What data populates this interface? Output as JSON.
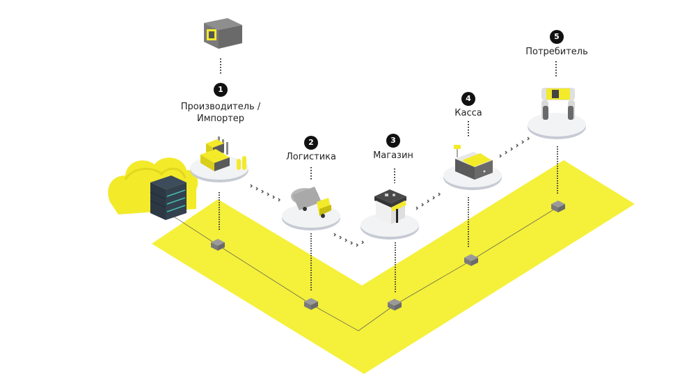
{
  "diagram": {
    "title": "",
    "colors": {
      "accent_yellow": "#f5f03a",
      "cloud_yellow": "#f3ea2a",
      "server_dark": "#33414f",
      "node_gray": "#8a8a8a",
      "platform": "#eef0f3",
      "platform_edge": "#c6cad3",
      "badge": "#111111",
      "text": "#222222"
    },
    "stages": [
      {
        "number": "1",
        "label": "Производитель /\nИмпортер",
        "icon": "factory-icon",
        "extra_icon": "package-with-datamatrix-icon"
      },
      {
        "number": "2",
        "label": "Логистика",
        "icon": "tanker-truck-icon"
      },
      {
        "number": "3",
        "label": "Магазин",
        "icon": "store-icon"
      },
      {
        "number": "4",
        "label": "Касса",
        "icon": "cash-register-icon"
      },
      {
        "number": "5",
        "label": "Потребитель",
        "icon": "phone-scanning-datamatrix-icon"
      }
    ],
    "infrastructure": {
      "cloud_icon": "cloud-icon",
      "server_icon": "server-rack-icon",
      "ledger_nodes": 5
    }
  }
}
